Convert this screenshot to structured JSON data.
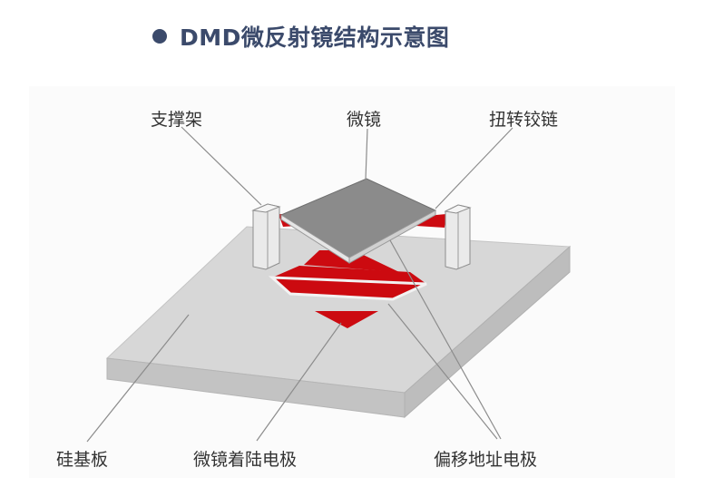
{
  "title": "DMD微反射镜结构示意图",
  "labels": {
    "support_frame": "支撑架",
    "micromirror": "微镜",
    "torsion_hinge": "扭转铰链",
    "silicon_substrate": "硅基板",
    "landing_electrode": "微镜着陆电极",
    "address_electrode": "偏移地址电极"
  },
  "colors": {
    "title": "#3b4a6b",
    "electrode_red": "#cc0a10",
    "substrate_top": "#d6d6d6",
    "mirror": "#8a8a8a"
  }
}
